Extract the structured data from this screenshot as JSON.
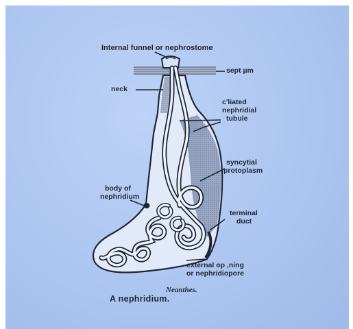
{
  "labels": {
    "internal_funnel": "Internal funnel or nephrostome",
    "septum": "sept µm",
    "neck": "neck",
    "ciliated_1": "c'liated",
    "ciliated_2": "nephridial",
    "ciliated_3": "tubule",
    "syncytial_1": "syncytial",
    "syncytial_2": "protoplasm",
    "body_1": "body of",
    "body_2": "nephridium",
    "terminal_1": "terminal",
    "terminal_2": "duct",
    "external_1": "external op ,ning",
    "external_2": "or nephridiopore",
    "species": "Neanthes.",
    "caption": "A nephridium."
  },
  "colors": {
    "paper": "#adc6f1",
    "ink": "#1e2633",
    "shading": "#6f7d99"
  }
}
